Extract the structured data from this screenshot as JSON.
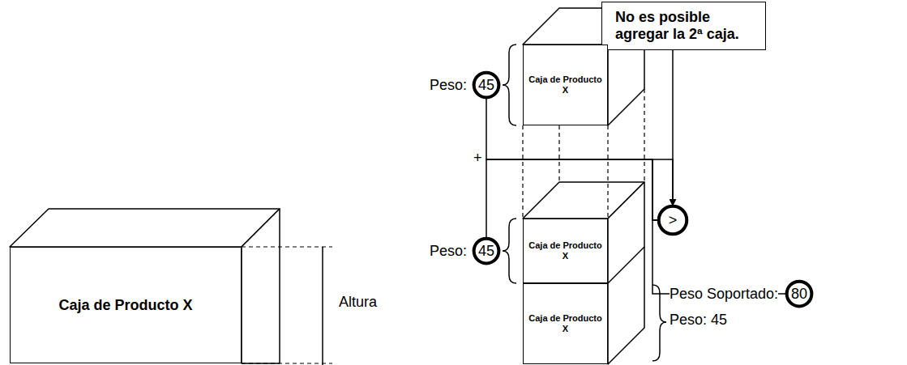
{
  "diagram": {
    "nodes": [
      {
        "text": [
          "No es posible agregar la 2ª caja."
        ]
      },
      {
        "text": [
          "Caja de Producto X"
        ]
      },
      {
        "text": [
          "45"
        ]
      },
      {
        "text": [
          "Caja de Producto X"
        ]
      },
      {
        "text": [
          "45"
        ]
      },
      {
        "text": [
          "Caja de Producto X"
        ]
      },
      {
        "text": [
          "Caja de Producto X"
        ]
      },
      {
        "text": [
          ">"
        ]
      },
      {
        "text": [
          "80"
        ]
      }
    ],
    "edges": [
      {
        "from": 0,
        "to": 7,
        "arrow": "to"
      },
      {
        "from": 2,
        "to": 7,
        "arrow": "none"
      },
      {
        "from": 4,
        "to": 7,
        "arrow": "none"
      },
      {
        "from": 7,
        "to": 8,
        "arrow": "none"
      }
    ],
    "labels": [
      "Altura",
      "Peso:",
      "+",
      "Peso:",
      "Peso Soportado:",
      "Peso: 45"
    ]
  }
}
